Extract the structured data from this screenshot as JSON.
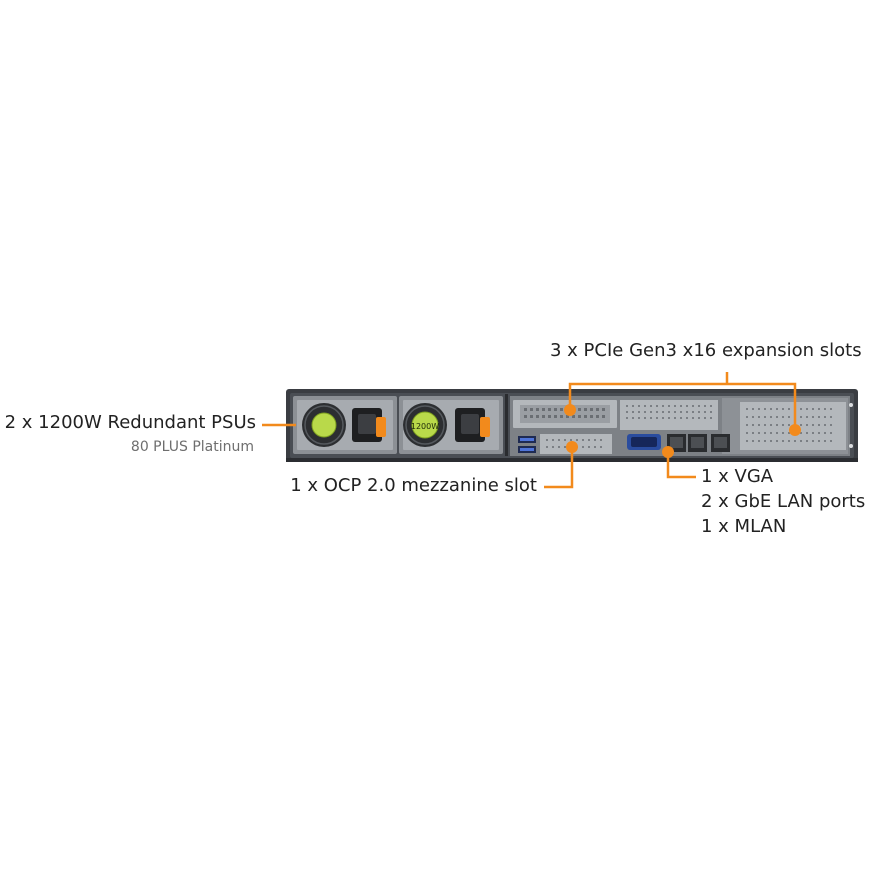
{
  "diagram": {
    "subject": "1U rack server rear panel",
    "accent_color": "#f28a1c",
    "callouts": {
      "psu": {
        "title": "2 x 1200W Redundant PSUs",
        "subtitle": "80 PLUS Platinum"
      },
      "pcie": {
        "title": "3 x PCIe Gen3 x16 expansion slots"
      },
      "ocp": {
        "title": "1 x OCP 2.0 mezzanine slot"
      },
      "io": {
        "lines": [
          "1 x VGA",
          "2 x GbE LAN ports",
          "1 x MLAN"
        ]
      }
    },
    "psu_fan_label": "1200W",
    "icons": [
      "psu-fan-icon",
      "power-inlet-icon",
      "usb-port-icon",
      "vga-port-icon",
      "lan-port-icon"
    ]
  }
}
